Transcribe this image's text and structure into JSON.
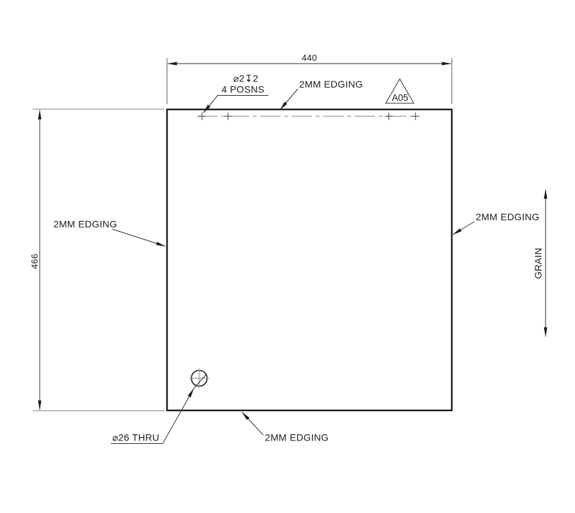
{
  "colors": {
    "background": "#ffffff",
    "outline": "#1c1c1c",
    "thin_line": "#2e2e2e",
    "auxiliary": "#9a9a9a",
    "text": "#1c1c1c"
  },
  "dimensions": {
    "top_width": "440",
    "left_height": "466"
  },
  "annotations": {
    "hole_pattern_spec": "⌀2↧2",
    "hole_pattern_count": "4 POSNS",
    "edging_top": "2MM EDGING",
    "edging_right": "2MM EDGING",
    "edging_bottom": "2MM EDGING",
    "edging_left": "2MM EDGING",
    "flag_label": "A05",
    "grain_label": "GRAIN",
    "hole_callout": "⌀26 THRU"
  }
}
